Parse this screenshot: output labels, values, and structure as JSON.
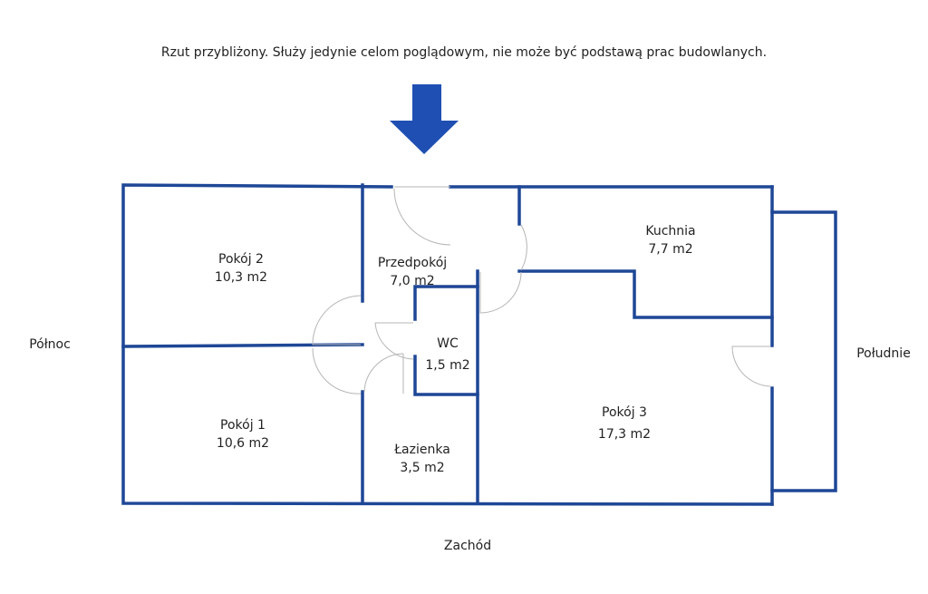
{
  "disclaimer": "Rzut przybliżony. Służy jedynie celom poglądowym, nie może być podstawą prac budowlanych.",
  "colors": {
    "wall": "#1e4796",
    "arrow": "#1f4fb3",
    "door": "#b5b5b5"
  },
  "directions": {
    "north": "Północ",
    "south": "Południe",
    "west": "Zachód"
  },
  "entrance_arrow_icon": "arrow-down",
  "rooms": [
    {
      "name": "Pokój 2",
      "area": "10,3 m2"
    },
    {
      "name": "Przedpokój",
      "area": "7,0 m2"
    },
    {
      "name": "Kuchnia",
      "area": "7,7 m2"
    },
    {
      "name": "WC",
      "area": "1,5 m2"
    },
    {
      "name": "Pokój 1",
      "area": "10,6 m2"
    },
    {
      "name": "Łazienka",
      "area": "3,5 m2"
    },
    {
      "name": "Pokój 3",
      "area": "17,3 m2"
    }
  ]
}
